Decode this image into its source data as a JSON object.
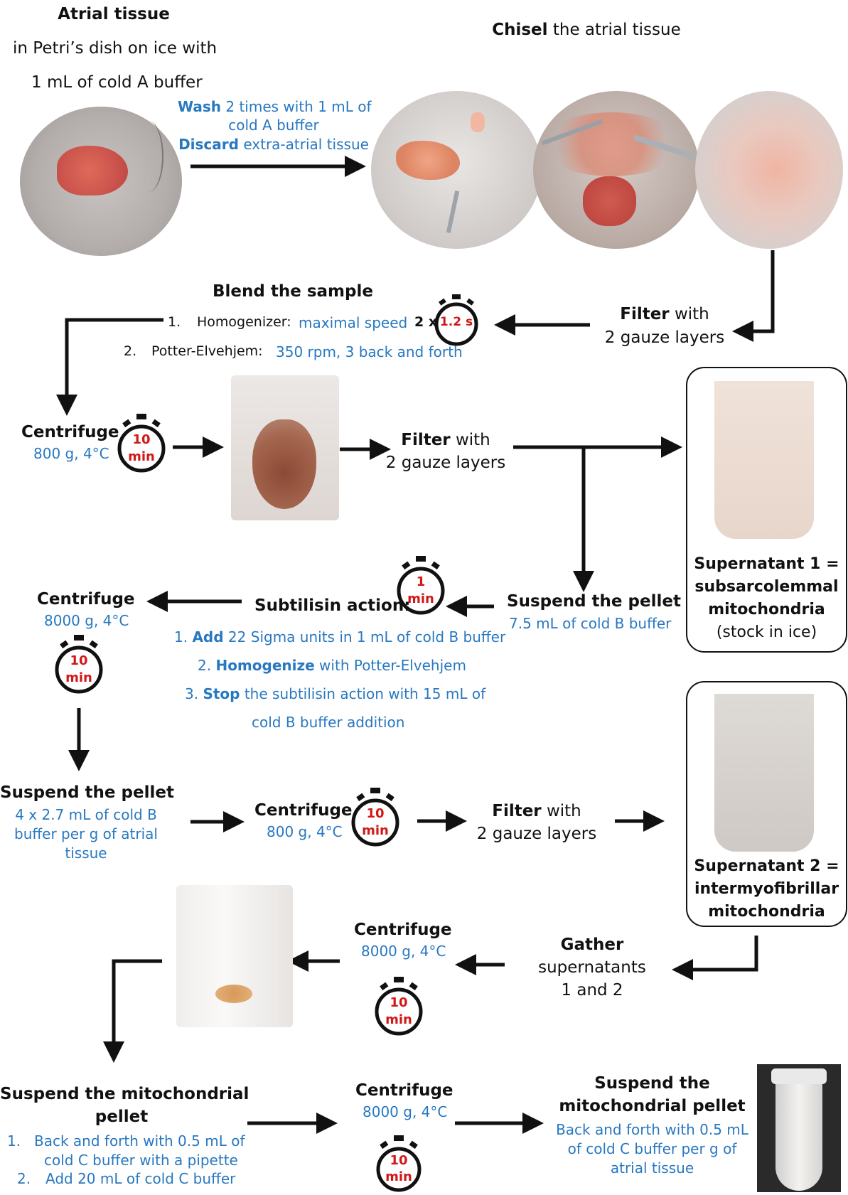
{
  "top": {
    "atrial_tissue_title": "Atrial tissue",
    "atrial_line2": "in Petri’s dish on ice with",
    "atrial_line3": "1 mL of cold A buffer",
    "wash_bold": "Wash",
    "wash_rest": " 2 times with 1 mL of",
    "wash_line2": "cold A buffer",
    "discard_bold": "Discard",
    "discard_rest": " extra-atrial tissue",
    "chisel_bold": "Chisel",
    "chisel_rest": " the atrial tissue"
  },
  "blend": {
    "title": "Blend the sample",
    "item1_num": "1.",
    "item1_label": "Homogenizer:",
    "item1_value": "maximal speed",
    "item1_times": "2 x",
    "item1_timer": "1.2 s",
    "item2_num": "2.",
    "item2_label": "Potter-Elvehjem:",
    "item2_value": "350 rpm, 3 back and forth"
  },
  "filter1": {
    "bold": "Filter",
    "rest": " with",
    "line2": "2 gauze layers"
  },
  "centrifuge1": {
    "title": "Centrifuge",
    "sub": "800 g, 4°C",
    "timer_top": "10",
    "timer_bottom": "min"
  },
  "filter2": {
    "bold": "Filter",
    "rest": " with",
    "line2": "2 gauze layers"
  },
  "supernatant1": {
    "line1": "Supernatant 1 =",
    "line2": "subsarcolemmal",
    "line3": "mitochondria",
    "line4": "(stock in ice)"
  },
  "suspend1": {
    "title": "Suspend the pellet",
    "sub": "7.5 mL of cold B buffer"
  },
  "subtilisin": {
    "title": "Subtilisin action:",
    "timer_top": "1",
    "timer_bottom": "min",
    "step1_num": "1.",
    "step1_bold": "Add",
    "step1_rest": " 22 Sigma units in 1 mL of cold B buffer",
    "step2_num": "2.",
    "step2_bold": "Homogenize",
    "step2_rest": "  with Potter-Elvehjem",
    "step3_num": "3.",
    "step3_bold": "Stop",
    "step3_rest": " the subtilisin action with 15 mL of",
    "step3_line2": "cold B buffer addition"
  },
  "centrifuge2": {
    "title": "Centrifuge",
    "sub": "8000 g, 4°C",
    "timer_top": "10",
    "timer_bottom": "min"
  },
  "suspend2": {
    "title": "Suspend the pellet",
    "line1": "4 x 2.7 mL of cold B",
    "line2": "buffer per g of atrial",
    "line3": "tissue"
  },
  "centrifuge3": {
    "title": "Centrifuge",
    "sub": "800 g, 4°C",
    "timer_top": "10",
    "timer_bottom": "min"
  },
  "filter3": {
    "bold": "Filter",
    "rest": " with",
    "line2": "2 gauze layers"
  },
  "supernatant2": {
    "line1": "Supernatant 2 =",
    "line2": "intermyofibrillar",
    "line3": "mitochondria"
  },
  "gather": {
    "line1": "Gather",
    "line2": "supernatants",
    "line3": "1 and 2"
  },
  "centrifuge4": {
    "title": "Centrifuge",
    "sub": "8000 g, 4°C",
    "timer_top": "10",
    "timer_bottom": "min"
  },
  "suspend_mito": {
    "title_line1": "Suspend the mitochondrial",
    "title_line2": "pellet",
    "item1_num": "1.",
    "item1_line1": "Back and forth with 0.5 mL of",
    "item1_line2": "cold C buffer with a pipette",
    "item2_num": "2.",
    "item2_line1": "Add 20 mL of cold C buffer"
  },
  "centrifuge5": {
    "title": "Centrifuge",
    "sub": "8000 g, 4°C",
    "timer_top": "10",
    "timer_bottom": "min"
  },
  "suspend_final": {
    "title_line1": "Suspend the",
    "title_line2": "mitochondrial pellet",
    "sub_line1": "Back and forth with 0.5 mL",
    "sub_line2": "of cold C buffer per g of",
    "sub_line3": "atrial tissue"
  },
  "colors": {
    "blue_text": "#2878c0",
    "timer_red": "#d01818",
    "arrow": "#111111"
  }
}
